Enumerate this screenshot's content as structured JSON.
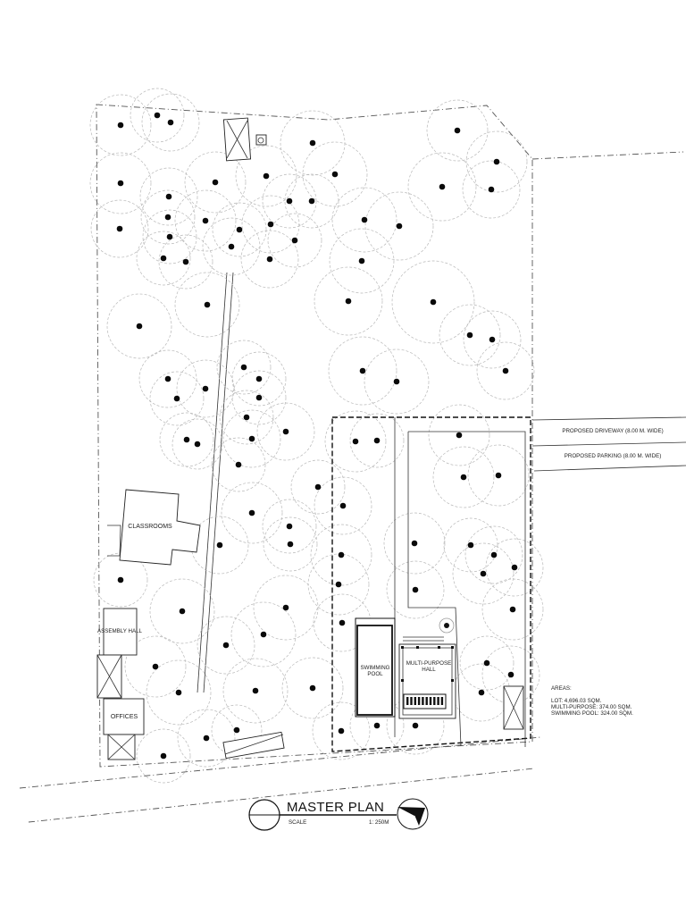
{
  "drawing": {
    "title": "MASTER PLAN",
    "scale_label": "SCALE",
    "scale_value": "1: 250M"
  },
  "labels": {
    "classrooms": "CLASSROOMS",
    "assembly_hall": "ASSEMBLY HALL",
    "offices": "OFFICES",
    "swimming_pool_line1": "SWIMMING",
    "swimming_pool_line2": "POOL",
    "multipurpose_line1": "MULTI-PURPOSE",
    "multipurpose_line2": "HALL",
    "proposed_driveway": "PROPOSED DRIVEWAY (8.00 M. WIDE)",
    "proposed_parking": "PROPOSED PARKING (8.00 M. WIDE)"
  },
  "areas": {
    "heading": "AREAS:",
    "lot": "LOT: 4,696.03 SQM.",
    "multipurpose": "MULTI-PURPOSE: 374.00 SQM.",
    "swimming_pool": "SWIMMING POOL: 324.00 SQM."
  },
  "colors": {
    "linework": "#222222",
    "tree_canopy": "#b8b8b8",
    "tree_trunk": "#0a0a0a",
    "background": "#ffffff"
  },
  "icons": {
    "north_arrow": "north-arrow-icon"
  }
}
